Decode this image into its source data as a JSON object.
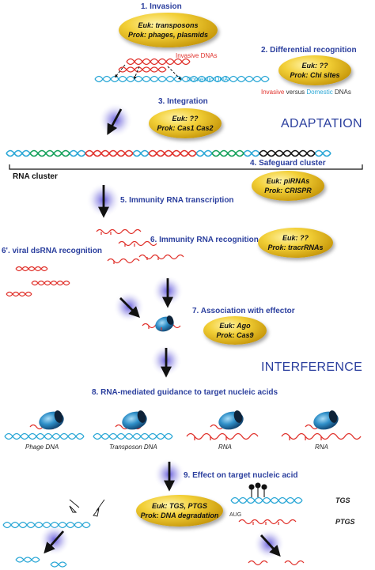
{
  "steps": {
    "s1": "1. Invasion",
    "s2": "2. Differential recognition",
    "s3": "3. Integration",
    "s4": "4. Safeguard cluster",
    "s5": "5. Immunity RNA transcription",
    "s6": "6. Immunity RNA recognition",
    "s6p": "6'. viral dsRNA recognition",
    "s7": "7. Association with effector",
    "s8": "8. RNA-mediated guidance to target nucleic acids",
    "s9": "9. Effect on target nucleic acid"
  },
  "phases": {
    "adaptation": "ADAPTATION",
    "interference": "INTERFERENCE"
  },
  "ovals": {
    "o1": {
      "l1": "Euk: transposons",
      "l2": "Prok: phages, plasmids"
    },
    "o2": {
      "l1": "Euk: ??",
      "l2": "Prok: Chi sites"
    },
    "o3": {
      "l1": "Euk: ??",
      "l2": "Prok: Cas1 Cas2"
    },
    "o4": {
      "l1": "Euk: piRNAs",
      "l2": "Prok: CRISPR"
    },
    "o5": {
      "l1": "Euk: ??",
      "l2": "Prok: tracrRNAs"
    },
    "o6": {
      "l1": "Euk: Ago",
      "l2": "Prok: Cas9"
    },
    "o7": {
      "l1": "Euk: TGS, PTGS",
      "l2": "Prok: DNA degradation"
    }
  },
  "labels": {
    "invasive_dnas": "Invasive DNAs",
    "domestic_dna": "Domestic DNA",
    "vs_invasive": "Invasive",
    "vs_versus": " versus ",
    "vs_domestic": "Domestic",
    "vs_dnas": " DNAs",
    "rna_cluster": "RNA cluster",
    "phage_dna": "Phage DNA",
    "transposon_dna": "Transposon DNA",
    "rna1": "RNA",
    "rna2": "RNA",
    "tgs": "TGS",
    "ptgs": "PTGS",
    "aug": "AUG"
  },
  "colors": {
    "title_blue": "#2b3f9e",
    "invasive_red": "#e0312b",
    "domestic_blue": "#2aa7d6",
    "oval_gold": "#e2b820",
    "effector_blue": "#2f8fc8"
  }
}
